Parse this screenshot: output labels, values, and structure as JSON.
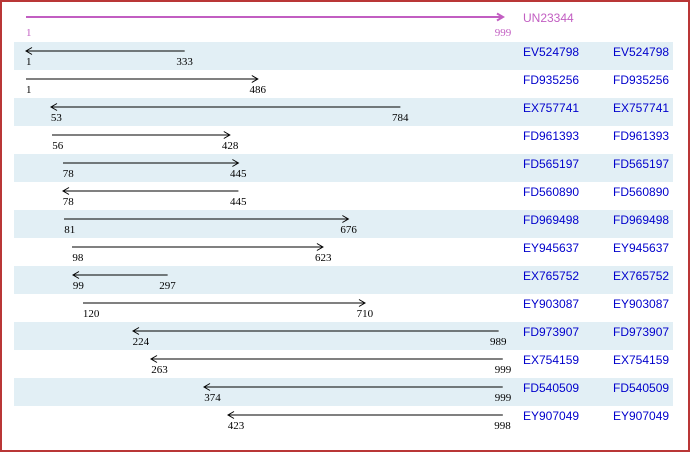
{
  "colors": {
    "border": "#B93636",
    "reference_accent": "#C25EC2",
    "link_text": "#0000CC",
    "stripe_background": "#E2EFF5",
    "arrow": "#000000",
    "background": "#FFFFFF"
  },
  "chart_data": {
    "type": "bar",
    "orientation": "horizontal-range",
    "title": "",
    "xlabel": "",
    "ylabel": "",
    "axis_range": [
      1,
      999
    ],
    "grid": false,
    "legend": false,
    "reference": {
      "id": "UN23344",
      "start": 1,
      "end": 999,
      "direction": "right"
    },
    "alignments": [
      {
        "id": "EV524798",
        "start": 1,
        "end": 333,
        "direction": "left"
      },
      {
        "id": "FD935256",
        "start": 1,
        "end": 486,
        "direction": "right"
      },
      {
        "id": "EX757741",
        "start": 53,
        "end": 784,
        "direction": "left"
      },
      {
        "id": "FD961393",
        "start": 56,
        "end": 428,
        "direction": "right"
      },
      {
        "id": "FD565197",
        "start": 78,
        "end": 445,
        "direction": "right"
      },
      {
        "id": "FD560890",
        "start": 78,
        "end": 445,
        "direction": "left"
      },
      {
        "id": "FD969498",
        "start": 81,
        "end": 676,
        "direction": "right"
      },
      {
        "id": "EY945637",
        "start": 98,
        "end": 623,
        "direction": "right"
      },
      {
        "id": "EX765752",
        "start": 99,
        "end": 297,
        "direction": "left"
      },
      {
        "id": "EY903087",
        "start": 120,
        "end": 710,
        "direction": "right"
      },
      {
        "id": "FD973907",
        "start": 224,
        "end": 989,
        "direction": "left"
      },
      {
        "id": "EX754159",
        "start": 263,
        "end": 999,
        "direction": "left"
      },
      {
        "id": "FD540509",
        "start": 374,
        "end": 999,
        "direction": "left"
      },
      {
        "id": "EY907049",
        "start": 423,
        "end": 998,
        "direction": "left"
      }
    ]
  }
}
